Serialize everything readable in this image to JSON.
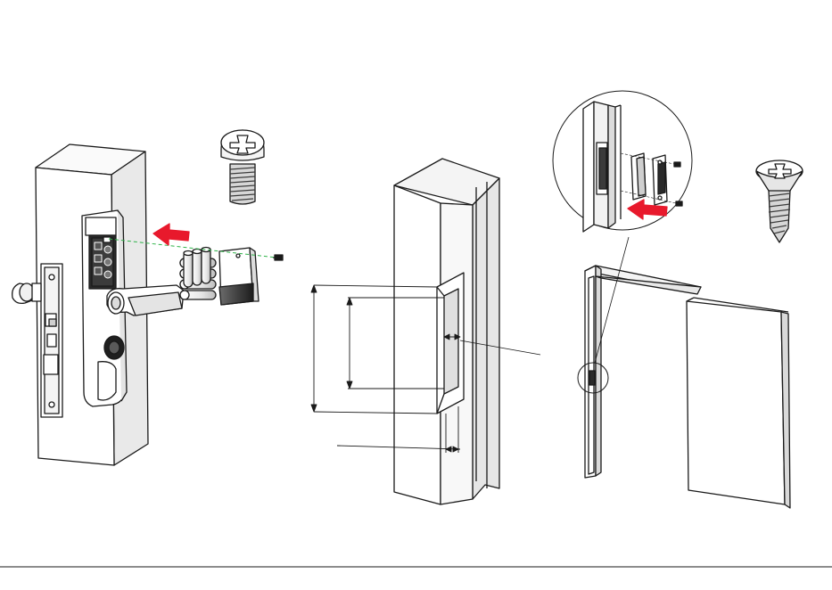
{
  "diagram": {
    "panels": [
      {
        "id": "battery-install",
        "description_visible": false
      },
      {
        "id": "strike-cutout",
        "description_visible": false
      },
      {
        "id": "strike-install",
        "description_visible": false
      }
    ],
    "colors": {
      "line": "#1a1a1a",
      "arrow": "#e8192c",
      "guide": "#2fb34a",
      "fill_light": "#f4f4f4",
      "fill_mid": "#d9d9d9",
      "fill_dark": "#262626"
    },
    "icons": [
      "pan-head-screw-icon",
      "countersunk-screw-icon",
      "battery-icon",
      "red-arrow-icon"
    ]
  }
}
